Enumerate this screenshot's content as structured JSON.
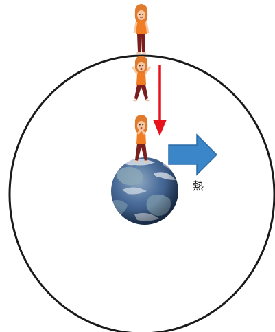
{
  "heat_label": "熱",
  "colors": {
    "boundary_circle": "#1a1a1a",
    "fall_arrow": "#e8121c",
    "heat_arrow": "#3a86c8",
    "heat_arrow_edge": "#2a6aa6",
    "figure_hair": "#e07a2c",
    "figure_skin": "#f6c9a4",
    "figure_shirt": "#f07d24",
    "figure_pants": "#7a1e1e",
    "earth_ocean": "#2c4f85",
    "earth_land": "#6f8fa8",
    "earth_cloud": "#e9eef3"
  },
  "figures": [
    {
      "name": "person-top",
      "pose": "standing"
    },
    {
      "name": "person-middle",
      "pose": "falling"
    },
    {
      "name": "person-bottom",
      "pose": "landed"
    }
  ],
  "icons": {
    "planet": "earth-icon",
    "heat_arrow": "arrow-right-icon",
    "fall_arrow": "arrow-down-icon"
  }
}
